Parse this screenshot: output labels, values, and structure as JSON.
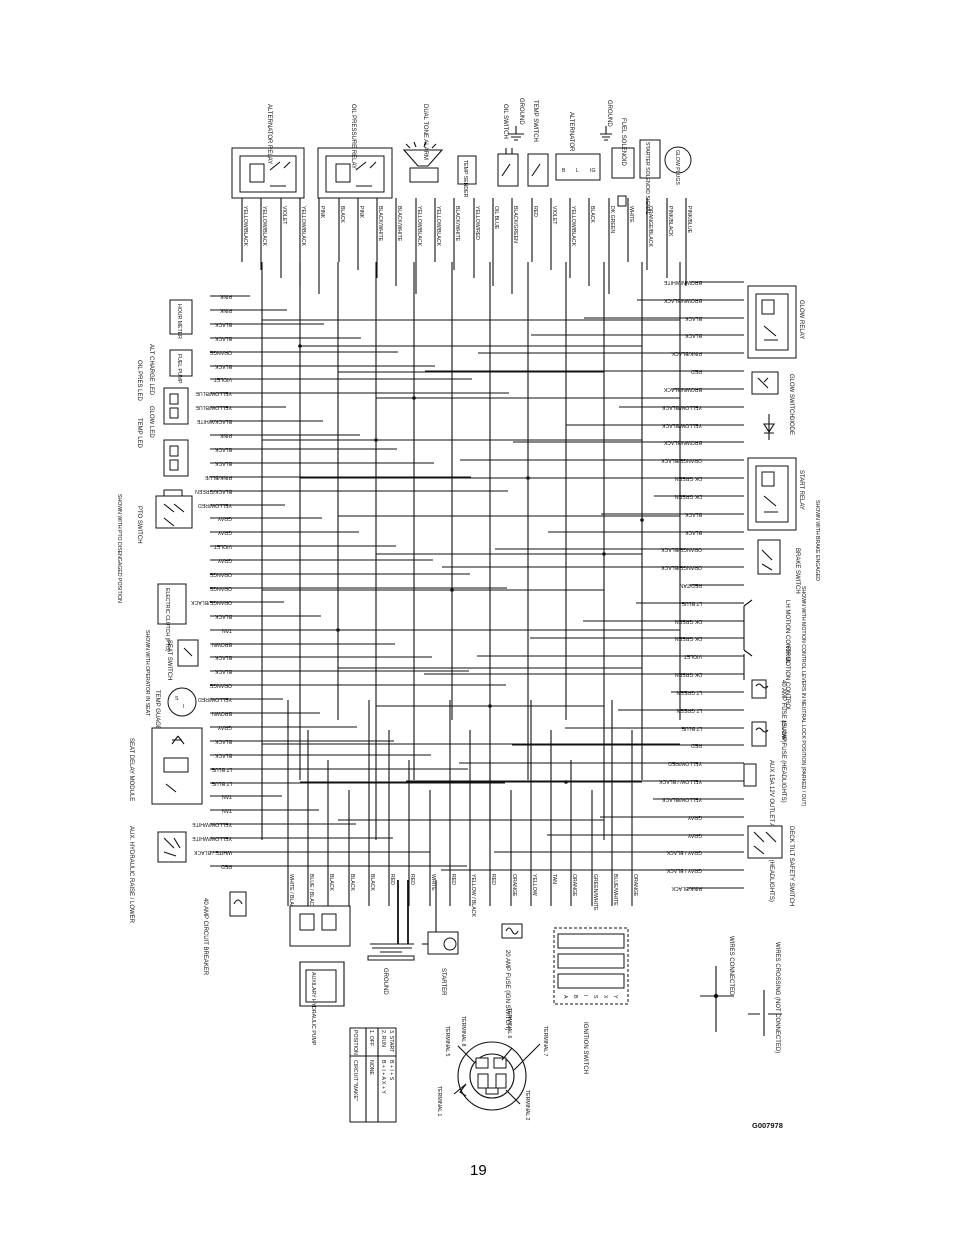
{
  "page_number": "19",
  "drawing_code": "G007978",
  "components": {
    "alternator_relay": "ALTERNATOR RELAY",
    "oil_pressure_relay": "OIL PRESSURE RELAY",
    "dual_tone_alarm": "DUAL TONE ALARM",
    "temp_sender": "TEMP SENDER",
    "oil_switch": "OIL SWITCH",
    "ground_top": "GROUND",
    "temp_switch": "TEMP SWITCH",
    "alternator": "ALTERNATOR",
    "ground_right": "GROUND",
    "fuel_solenoid": "FUEL SOLENOID",
    "starter_solenoid_signal": "STARTER SOLENOID SIGNAL",
    "glow_plugs": "GLOW PLUGS",
    "hour_meter": "HOUR METER",
    "fuel_pump": "FUEL PUMP",
    "oil_pres_led": "OIL PRES LED",
    "alt_charge_led": "ALT CHARGE LED",
    "glow_led": "GLOW LED",
    "temp_led": "TEMP LED",
    "pto_switch": "PTO SWITCH",
    "pto_note": "SHOWN WITH PTO DISENGAGED POSITION",
    "electric_clutch": "ELECTRIC CLUTCH (PTO)",
    "seat_switch": "SEAT SWITCH",
    "seat_note": "SHOWN WITH OPERATOR IN SEAT",
    "temp_gauge": "TEMP GUAGE",
    "seat_delay_module": "SEAT DELAY MODULE",
    "aux_hydraulic_raise": "AUX. HYDRAULIC RAISE / LOWER",
    "circuit_breaker": "40 AMP CIRCUIT BREAKER",
    "aux_hydraulic_pump": "AUXILARY HYDRAULIC PUMP",
    "ground_bottom": "GROUND",
    "starter": "STARTER",
    "fuse_20": "20 AMP FUSE (IGN SWITCH)",
    "ignition_switch": "IGNITION SWITCH",
    "glow_relay": "GLOW RELAY",
    "glow_switch": "GLOW SWITCH",
    "diode": "DIODE",
    "start_relay": "START RELAY",
    "start_note": "SHOWN WITH BRAKE ENGAGED",
    "brake_switch": "BRAKE SWITCH",
    "lh_motion": "LH MOTION CONTROL",
    "rh_motion": "RH MOTION CONTROL",
    "motion_note": "SHOWN WITH MOTION CONTROL LEVERS IN NEUTRAL LOCK POSITION (PARKED / OUT)",
    "fuse_40": "40 AMP FUSE (GLOW)",
    "fuse_15": "15 AMP FUSE (HEADLIGHTS)",
    "aux_outlet": "AUX 15A 12V OUTLET ACCY PLUG (HEADLIGHTS)",
    "deck_tilt": "DECK TILT SAFETY SWITCH",
    "wires_connected": "WIRES CONNECTED",
    "wires_crossing": "WIRES CROSSING (NOT CONNECTED)",
    "terminal_1": "TERMINAL 1",
    "terminal_2": "TERMINAL 2",
    "terminal_5": "TERMINAL 5",
    "terminal_6": "TERMINAL 6",
    "terminal_7": "TERMINAL 7",
    "terminal_8": "TERMINAL 8"
  },
  "position_table": {
    "headers": [
      "POSITION",
      "CIRCUIT \"MAKE\""
    ],
    "rows": [
      [
        "1. OFF",
        "NONE"
      ],
      [
        "2. RUN",
        "B + I + A    X + Y"
      ],
      [
        "3. START",
        "B + I + S"
      ]
    ]
  },
  "wire_labels": {
    "top": [
      "YELLOW/BLACK",
      "YELLOW/BLACK",
      "VIOLET",
      "YELLOW/BLACK",
      "PINK",
      "BLACK",
      "PINK",
      "BLACK/WHITE",
      "BLACK/WHITE",
      "YELLOW/BLACK",
      "YELLOW/BLACK",
      "BLACK/WHITE",
      "YELLOW/RED",
      "OIL BLUE",
      "BLACK/GREEN",
      "RED",
      "VIOLET",
      "YELLOW/BLACK",
      "BLACK",
      "DK GREEN",
      "WHITE",
      "ORANGE/BLACK",
      "PINK/BLACK",
      "PINK/BLUE"
    ],
    "left": [
      "PINK",
      "PINK",
      "BLACK",
      "BLACK",
      "ORANGE",
      "BLACK",
      "VIOLET",
      "YELLOW/BLUE",
      "YELLOW/BLUE",
      "BLACK/WHITE",
      "PINK",
      "BLACK",
      "BLACK",
      "PINK/BLUE",
      "BLACK/GREEN",
      "YELLOW/RED",
      "GRAY",
      "GRAY",
      "VIOLET",
      "GRAY",
      "ORANGE",
      "ORANGE",
      "ORANGE/BLACK",
      "BLACK",
      "TAN",
      "BROWN",
      "BLACK",
      "BLACK",
      "ORANGE",
      "YELLOW/RED",
      "BROWN",
      "GRAY",
      "BLACK",
      "BLACK",
      "LT BLUE",
      "LT BLUE",
      "TAN",
      "TAN",
      "YELLOW/WHITE",
      "YELLOW/WHITE",
      "WHITE / BLACK",
      "RED"
    ],
    "right": [
      "BROWN/WHITE",
      "BROWN/BLACK",
      "BLACK",
      "BLACK",
      "PINK/BLACK",
      "RED",
      "BROWN/BLACK",
      "YELLOW/BLACK",
      "YELLOW/BLACK",
      "BROWN/BLACK",
      "ORANGE/BLACK",
      "DK GREEN",
      "DK GREEN",
      "BLACK",
      "BLACK",
      "ORANGE/BLACK",
      "ORANGE/BLACK",
      "RED/TAN",
      "LT BLUE",
      "DK GREEN",
      "DK GREEN",
      "VIOLET",
      "DK GREEN",
      "LT GREEN",
      "LT GREEN",
      "LT BLUE",
      "RED",
      "YELLOW/RED",
      "YELLOW / BLACK",
      "YELLOW/BLACK",
      "GRAY",
      "GRAY",
      "GRAY / BLACK",
      "GRAY / BLACK",
      "PINK/BLACK"
    ],
    "bottom": [
      "WHITE / BLACK",
      "BLUE / BLACK",
      "BLACK",
      "BLACK",
      "BLACK",
      "RED",
      "RED",
      "WHITE",
      "RED",
      "YELLOW / BLACK",
      "RED",
      "ORANGE",
      "YELLOW",
      "TAN",
      "ORANGE",
      "GREEN/WHITE",
      "BLUE/WHITE",
      "ORANGE"
    ]
  },
  "ignition_terminals": [
    "A",
    "B",
    "I",
    "S",
    "X",
    "Y"
  ]
}
